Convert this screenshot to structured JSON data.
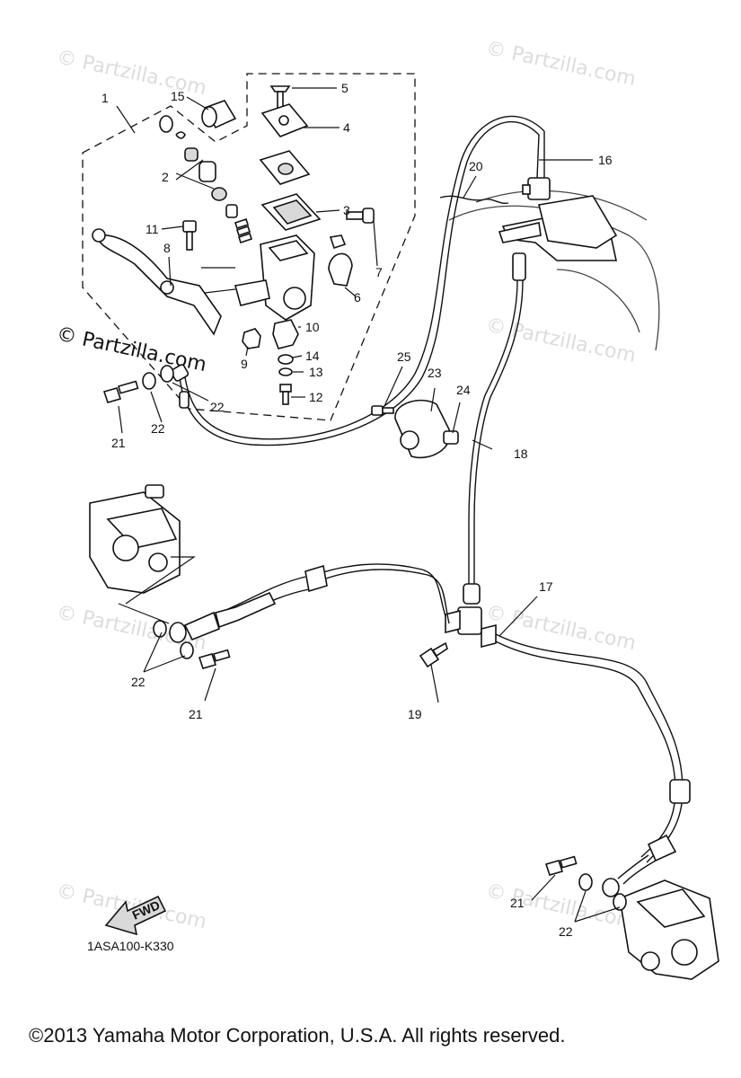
{
  "watermarks": {
    "text": "© Partzilla.com",
    "dark_text": "© Partzilla.com"
  },
  "diagram_code": "1ASA100-K330",
  "fwd_label": "FWD",
  "copyright": "©2013  Yamaha Motor Corporation, U.S.A. All rights reserved.",
  "callouts": {
    "c1": "1",
    "c2": "2",
    "c3": "3",
    "c4": "4",
    "c5": "5",
    "c6": "6",
    "c7": "7",
    "c8": "8",
    "c9": "9",
    "c10": "10",
    "c11": "11",
    "c12": "12",
    "c13": "13",
    "c14": "14",
    "c15": "15",
    "c16": "16",
    "c17": "17",
    "c18": "18",
    "c19": "19",
    "c20": "20",
    "c21a": "21",
    "c21b": "21",
    "c21c": "21",
    "c22a": "22",
    "c22b": "22",
    "c22c": "22",
    "c22d": "22",
    "c23": "23",
    "c24": "24",
    "c25": "25"
  }
}
